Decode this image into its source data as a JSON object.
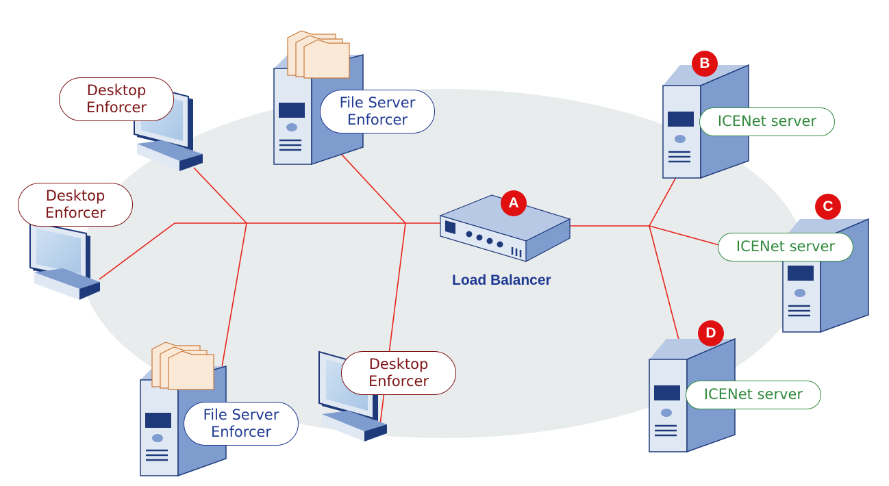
{
  "labels": {
    "desktop_enforcer_line1": "Desktop",
    "desktop_enforcer_line2": "Enforcer",
    "file_server_line1": "File Server",
    "file_server_line2": "Enforcer",
    "icenet_server": "ICENet server",
    "load_balancer": "Load Balancer"
  },
  "badges": {
    "a": "A",
    "b": "B",
    "c": "C",
    "d": "D"
  },
  "colors": {
    "network_area": "#e9ecec",
    "connector": "#e8231a",
    "badge": "#e01010",
    "desktop_label": "#7d1416",
    "file_server_label": "#1f3a93",
    "icenet_label": "#2f8a3c",
    "device_body": "#7f9ccf",
    "device_dark": "#1f3a7a"
  }
}
